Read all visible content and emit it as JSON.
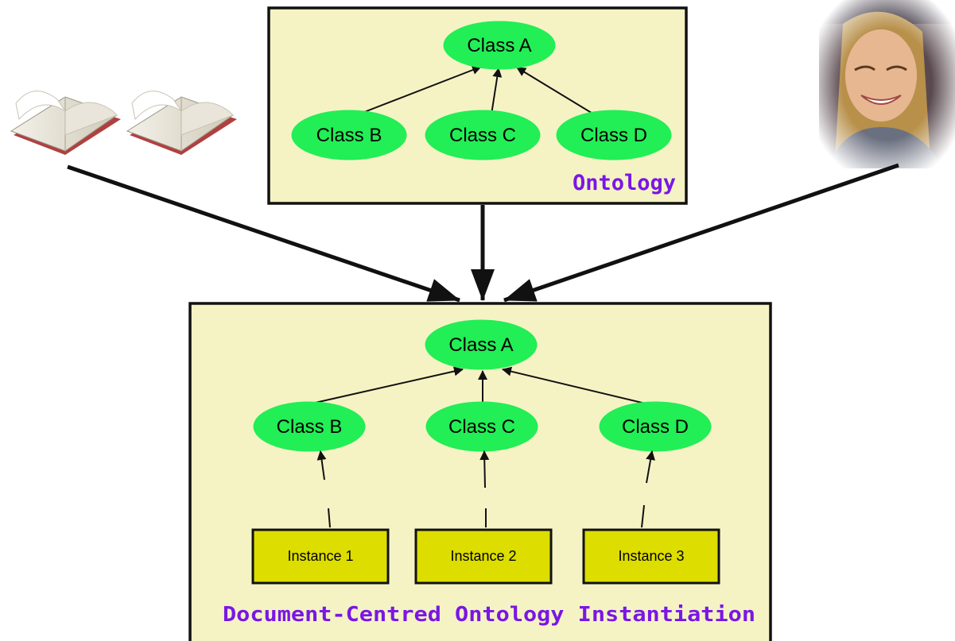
{
  "ontology": {
    "caption": "Ontology",
    "classes": {
      "a": "Class A",
      "b": "Class B",
      "c": "Class C",
      "d": "Class D"
    }
  },
  "instantiation": {
    "caption": "Document-Centred Ontology Instantiation",
    "classes": {
      "a": "Class A",
      "b": "Class B",
      "c": "Class C",
      "d": "Class D"
    },
    "instances": {
      "i1": "Instance 1",
      "i2": "Instance 2",
      "i3": "Instance 3"
    }
  },
  "colors": {
    "box_fill": "#f5f3c4",
    "class_fill": "#22ee55",
    "instance_fill": "#dddd00",
    "caption": "#7a16e6"
  }
}
